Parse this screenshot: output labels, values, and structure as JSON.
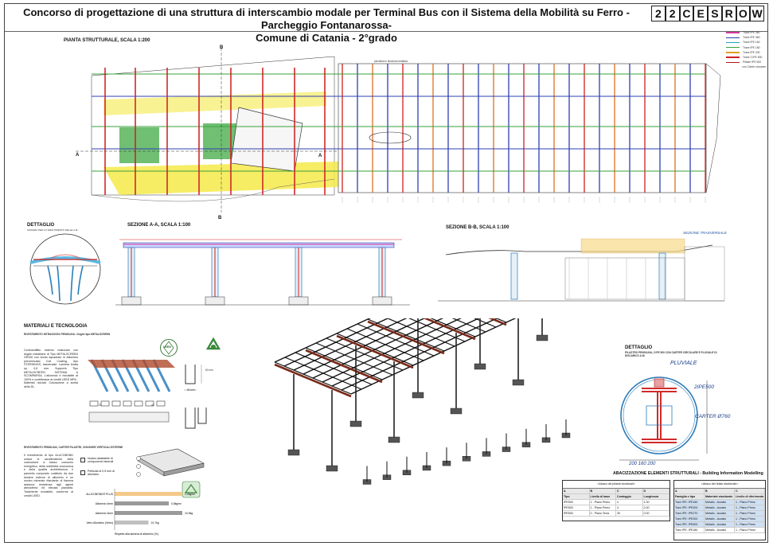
{
  "header": {
    "title_line1": "Concorso di progettazione di una struttura di interscambio modale per Terminal Bus con il Sistema della Mobilità su Ferro - Parcheggio Fontanarossa-",
    "title_line2": "Comune di Catania - 2°grado",
    "code": [
      "2",
      "2",
      "C",
      "E",
      "S",
      "R",
      "O",
      "W"
    ]
  },
  "labels": {
    "pianta": "PIANTA STRUTTURALE, SCALA 1:200",
    "section_b": "B",
    "section_a": "A",
    "dettaglio1": "DETTAGLIO",
    "dettaglio1_sub": "SISTEMA PER LO SMALTIMENTO DELLE A.M.",
    "sezione_aa": "SEZIONE A-A, SCALA 1:100",
    "sezione_bb": "SEZIONE B-B, SCALA 1:100",
    "sezione_bb_note": "SEZIONE TRASVERSALE",
    "materiali": "MATERIALI E TECNOLOGIA",
    "materiali_sub": "RIVESTIMENTO INTRADOSSO PENSILINA • Doghe tipo METALSCREEN",
    "leed": "LEED",
    "rivestimento2": "RIVESTIMENTO PENSILINA, CARTER PILASTRI, CHIUSURE VERTICALI ESTERNE",
    "dettaglio2": "DETTAGLIO",
    "dettaglio2_sub": "PILASTRO PENSILINA, 2 IPE 500 CON CARTER CIRCOLARE E PLUVIALE DI DISCARICO A.M.",
    "pluviale": "PLUVIALE",
    "ipe500": "2IPE500",
    "carter": "CARTER Ø760",
    "dims": "200 160 200",
    "abaco_title": "ABACIZZAZIONE ELEMENTI STRUTTURALI - Building Information Modelling",
    "ann_top": "pensilina in struttura metallica",
    "dim_20": "20",
    "dim_40": "40",
    "dim_60": "60 mm",
    "dim_80": "80 mm"
  },
  "legend": [
    {
      "label": "Trave IPE 360",
      "color": "#d63aa0"
    },
    {
      "label": "Trave IPE 360",
      "color": "#2f3fb0"
    },
    {
      "label": "Trave IPE 160",
      "color": "#22a3c8"
    },
    {
      "label": "Trave IPE 180",
      "color": "#3aa03a"
    },
    {
      "label": "Trave IPE 200",
      "color": "#e0a020"
    },
    {
      "label": "Trave 2 IPE 500",
      "color": "#d02020"
    },
    {
      "label": "Pilastri IPE 500",
      "color": "#b01818"
    },
    {
      "label": "con Carter circolare",
      "color": "#ffffff"
    }
  ],
  "materiali_text": "Controsoffitto esterno realizzato con doghe metalliche di Tipo METALSCREEN GR150 con bordo squadrato in Alluminio preverniciato Coil Coating, tipo STERHINGS, trasversale. Lamiera forata sp. 0,6 mm. Supporto Tipo METALSCREEN SISTEMA A SCOMPARSA. L'alluminio è riciclabile al 100% e contribuisce ai crediti LEED MR4 - Materiali riciclati. Colorazione a scelta della DL.",
  "rivest_text": "Il rivestimento di tipo ALUCOBOND unisce le caratteristiche della costruzione a basso consumo energetico, della redditività economica e della qualità architettonica. Il pannello composito costituito da due lamiere esterne di alluminio e un nucleo minerale ritardante di fiamma assicura resistenza agli agenti atmosferici ed elevata planarità. Totalmente riciclabile, conforme ai crediti LEED.",
  "layers": [
    {
      "label": "Nucleo adattabile di componenti minerali"
    },
    {
      "label": "Pellicola di 0,5 mm di alluminio"
    }
  ],
  "bars": {
    "items": [
      {
        "label": "ALUCOBOND® PLUS",
        "value": 1.0,
        "text": "1,0kg/m²",
        "color": "#f5c98a"
      },
      {
        "label": "Alluminio 4mm",
        "value": 0.8,
        "text": "0,8kg/m²",
        "color": "#9a9a9a"
      },
      {
        "label": "Alluminio 3mm",
        "value": 1.0,
        "text": "10,9kg",
        "color": "#9a9a9a"
      },
      {
        "label": "Vetro Alluminio (Vetro)",
        "value": 0.5,
        "text": "10,7kg",
        "color": "#c0c0c0"
      }
    ],
    "axis_label": "Rispetto alla lamiera di alluminio (%)"
  },
  "table1": {
    "title": "<Abaco dei pilastri strutturali>",
    "cols": [
      "A",
      "B",
      "C",
      "D"
    ],
    "head": [
      "Tipo",
      "Livello di base",
      "Conteggio",
      "Lunghezza"
    ],
    "rows": [
      [
        "IPE500",
        "1 - Piano Primo",
        "4",
        "1.00"
      ],
      [
        "IPE500",
        "1 - Piano Primo",
        "4",
        "2.00"
      ],
      [
        "IPE500",
        "0 - Piano Terra",
        "30",
        "0.00"
      ]
    ]
  },
  "table2": {
    "title": "<Abaco del telaio strutturale>",
    "cols": [
      "A",
      "B",
      "C"
    ],
    "head": [
      "Famiglia e tipo",
      "Materiale strutturale",
      "Livello di riferimento"
    ],
    "rows": [
      [
        "Travi IPE: IPE180",
        "Metallo - Acciaio",
        "1 - Piano Primo"
      ],
      [
        "Travi IPE: IPE300",
        "Metallo - Acciaio",
        "1 - Piano Primo"
      ],
      [
        "Travi IPE: IPE270",
        "Metallo - Acciaio",
        "1 - Piano Primo"
      ],
      [
        "Travi IPE: IPE300",
        "Metallo - Acciaio",
        "1 - Piano Primo"
      ],
      [
        "Travi IPE: IPE500",
        "Metallo - Acciaio",
        "1 - Piano Primo"
      ],
      [
        "Travi IPE: IPE180",
        "Metallo - Acciaio",
        "1 - Piano Primo"
      ]
    ]
  }
}
